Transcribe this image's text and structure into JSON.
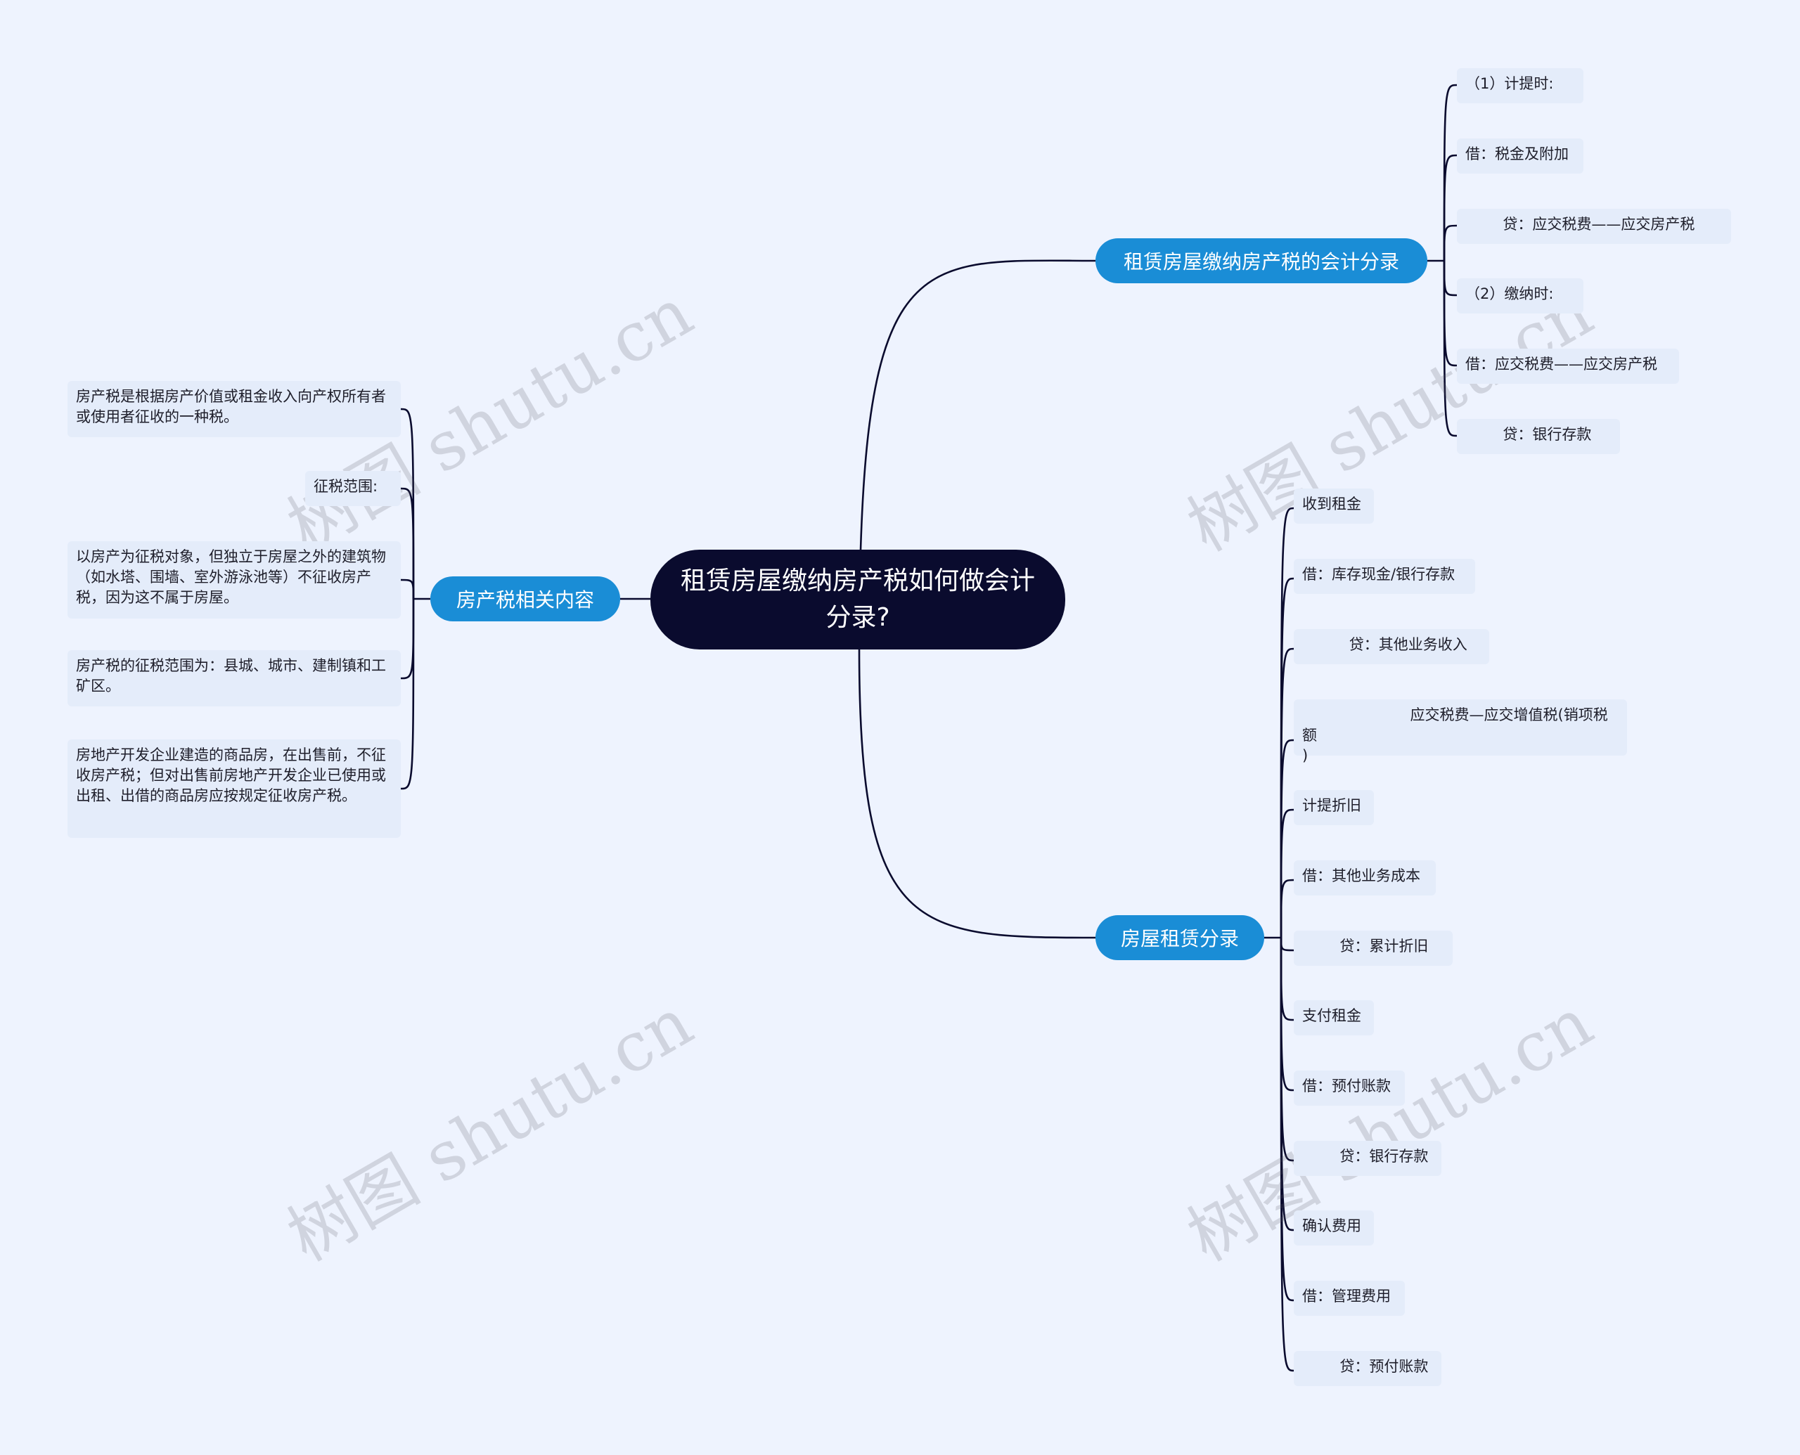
{
  "root": {
    "title": "租赁房屋缴纳房产税如何做会计分录?"
  },
  "branches": {
    "accounting": {
      "label": "租赁房屋缴纳房产税的会计分录",
      "items": [
        "（1）计提时:",
        "借：税金及附加",
        "        贷：应交税费——应交房产税",
        "（2）缴纳时:",
        "借：应交税费——应交房产税",
        "        贷：银行存款"
      ]
    },
    "lease": {
      "label": "房屋租赁分录",
      "items": [
        "收到租金",
        "借：库存现金/银行存款",
        "          贷：其他业务收入",
        "                       应交税费—应交增值税(销项税额\n)",
        "计提折旧",
        "借：其他业务成本",
        "        贷：累计折旧",
        "支付租金",
        "借：预付账款",
        "        贷：银行存款",
        "确认费用",
        "借：管理费用",
        "        贷：预付账款"
      ]
    },
    "tax_info": {
      "label": "房产税相关内容",
      "items": [
        "房产税是根据房产价值或租金收入向产权所有者或使用者征收的一种税。",
        "征税范围:",
        "以房产为征税对象，但独立于房屋之外的建筑物（如水塔、围墙、室外游泳池等）不征收房产税，因为这不属于房屋。",
        "房产税的征税范围为：县城、城市、建制镇和工矿区。",
        "房地产开发企业建造的商品房，在出售前，不征收房产税；但对出售前房地产开发企业已使用或出租、出借的商品房应按规定征收房产税。"
      ]
    }
  },
  "watermark": "树图 shutu.cn"
}
